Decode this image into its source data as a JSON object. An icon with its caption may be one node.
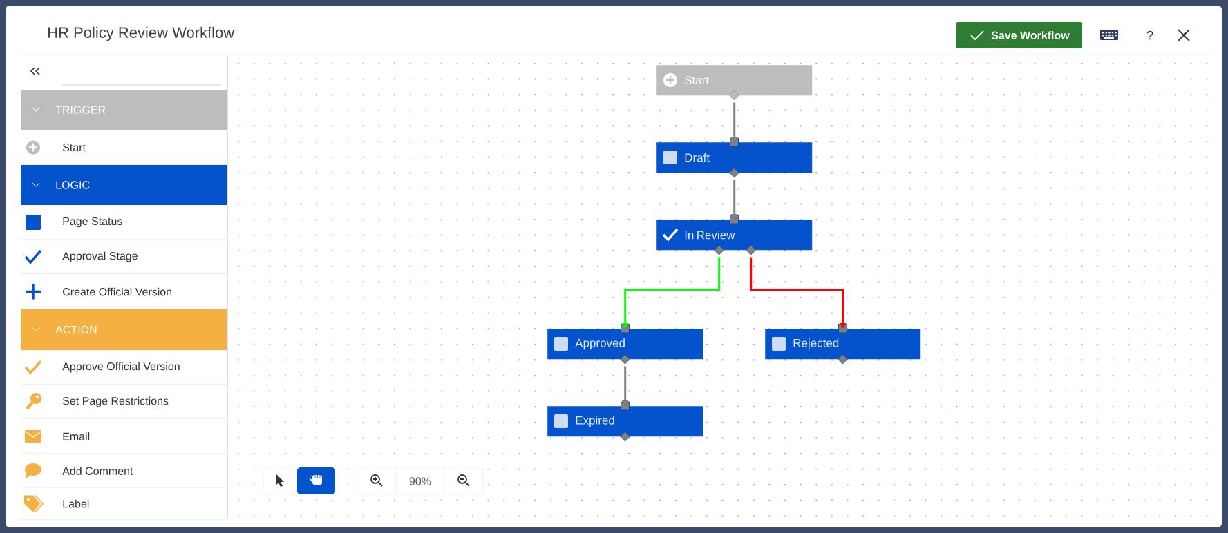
{
  "diagram": {
    "title": "HR Policy Review Workflow",
    "nodes": [
      {
        "text": [
          "Start"
        ]
      },
      {
        "text": [
          "Draft"
        ]
      },
      {
        "text": [
          "In Review"
        ]
      },
      {
        "text": [
          "Approved"
        ]
      },
      {
        "text": [
          "Rejected"
        ]
      },
      {
        "text": [
          "Expired"
        ]
      }
    ],
    "edges": [
      {
        "from": 0,
        "to": 1,
        "arrow": "to"
      },
      {
        "from": 1,
        "to": 2,
        "arrow": "to"
      },
      {
        "from": 2,
        "to": 3,
        "arrow": "to",
        "color": "#00ff00"
      },
      {
        "from": 2,
        "to": 4,
        "arrow": "to",
        "color": "#ff0000"
      },
      {
        "from": 3,
        "to": 5,
        "arrow": "to"
      }
    ],
    "labels": [
      "TRIGGER",
      "Start",
      "LOGIC",
      "Page Status",
      "Approval Stage",
      "Create Official Version",
      "ACTION",
      "Approve Official Version",
      "Set Page Restrictions",
      "Email",
      "Add Comment",
      "Label",
      "Save Workflow",
      "?",
      "90%"
    ]
  }
}
